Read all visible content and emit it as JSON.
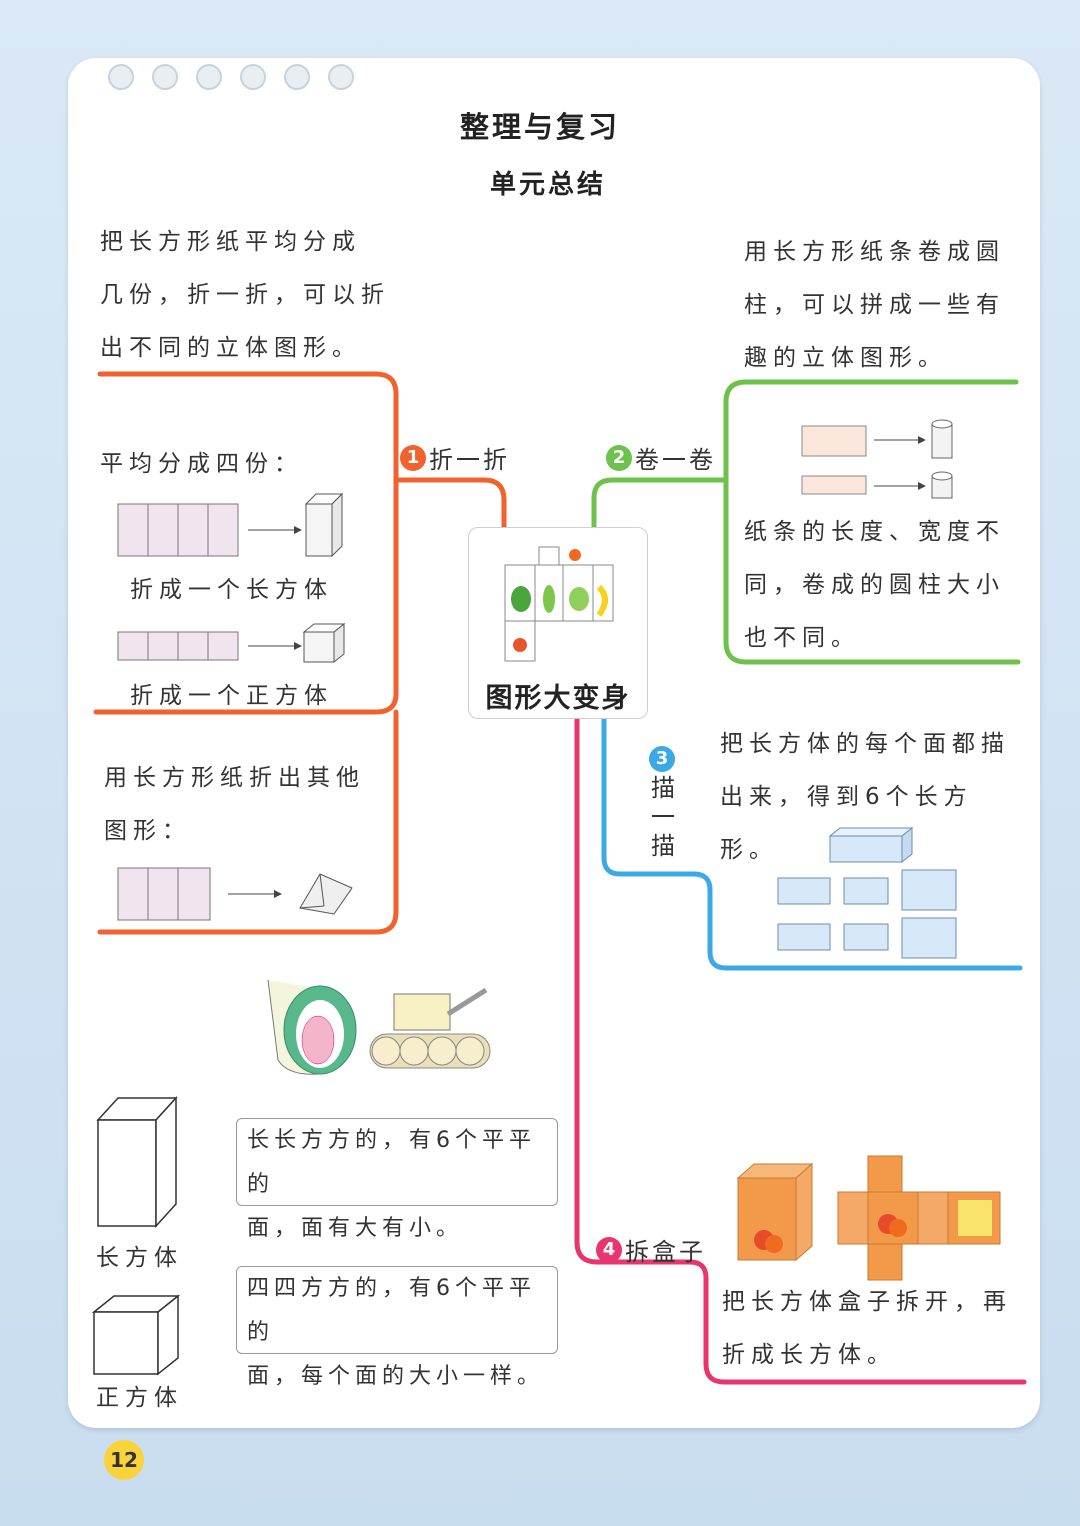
{
  "header": {
    "title": "整理与复习",
    "subtitle": "单元总结"
  },
  "center": {
    "label": "图形大变身"
  },
  "branch1": {
    "number": "1",
    "title": "折一折",
    "intro_lines": [
      "把长方形纸平均分成",
      "几份，折一折，可以折",
      "出不同的立体图形。"
    ],
    "quarters_label": "平均分成四份：",
    "cuboid_caption": "折成一个长方体",
    "cube_caption": "折成一个正方体",
    "other_lines": [
      "用长方形纸折出其他",
      "图形："
    ]
  },
  "branch2": {
    "number": "2",
    "title": "卷一卷",
    "intro_lines": [
      "用长方形纸条卷成圆",
      "柱，可以拼成一些有",
      "趣的立体图形。"
    ],
    "detail_lines": [
      "纸条的长度、宽度不",
      "同，卷成的圆柱大小",
      "也不同。"
    ]
  },
  "branch3": {
    "number": "3",
    "title_chars": [
      "描",
      "一",
      "描"
    ],
    "lines": [
      "把长方体的每个面都描",
      "出来，得到6个长方形。"
    ]
  },
  "branch4": {
    "number": "4",
    "title": "拆盒子",
    "lines": [
      "把长方体盒子拆开，再",
      "折成长方体。"
    ]
  },
  "shapes": {
    "cuboid_label": "长方体",
    "cuboid_desc": [
      "长长方方的，有6个平平的",
      "面，面有大有小。"
    ],
    "cube_label": "正方体",
    "cube_desc": [
      "四四方方的，有6个平平的",
      "面，每个面的大小一样。"
    ]
  },
  "page_number": "12",
  "colors": {
    "branch1": "#f2622e",
    "branch2": "#6cc24a",
    "branch3": "#3aa9e6",
    "branch4": "#e8356e"
  }
}
